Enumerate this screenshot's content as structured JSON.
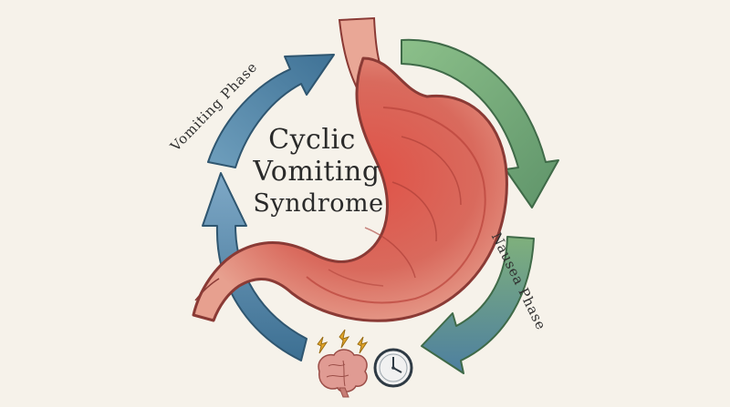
{
  "diagram": {
    "title_lines": [
      "Cyclic",
      "Vomiting",
      "Syndrome"
    ],
    "phases": {
      "vomiting": "Vomiting Phase",
      "nausea": "Nausea Phase"
    }
  },
  "icons": [
    "stomach-illustration",
    "brain-icon",
    "lightning-icon",
    "clock-icon",
    "cycle-arrow"
  ],
  "colors": {
    "background": "#f6f2ea",
    "stomach": "#d9574f",
    "stomach_outline": "#8a3a35",
    "blue_arrow": "#4f86a8",
    "green_arrow": "#6aa06a",
    "brain": "#d98a84"
  }
}
